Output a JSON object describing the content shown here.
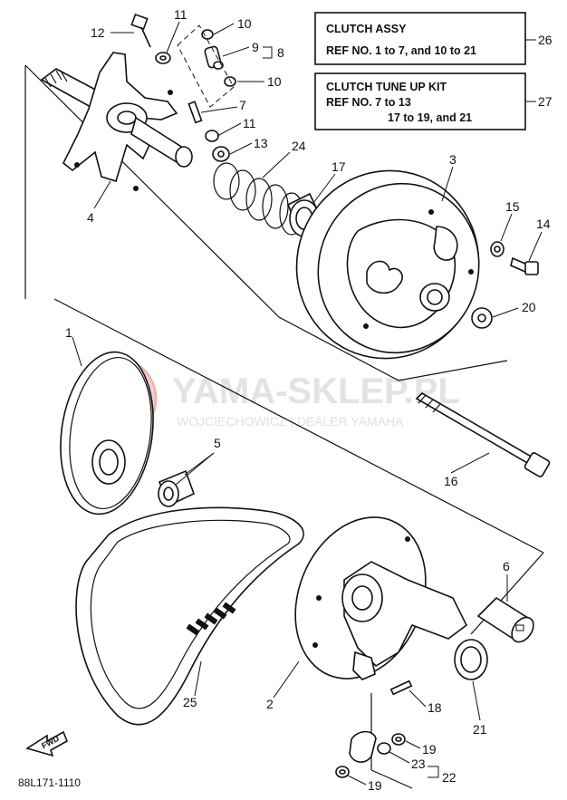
{
  "diagram_code": "88L171-1110",
  "boxes": {
    "clutch_assy": {
      "line1": "CLUTCH ASSY",
      "line2": "REF NO. 1 to 7, and 10 to 21",
      "ref": "26"
    },
    "tune_up_kit": {
      "line1": "CLUTCH TUNE UP KIT",
      "line2": "REF NO. 7 to 13",
      "line3": "17 to 19, and 21",
      "ref": "27"
    }
  },
  "callouts": {
    "c1": "1",
    "c2": "2",
    "c3": "3",
    "c4": "4",
    "c5": "5",
    "c6": "6",
    "c7": "7",
    "c8": "8",
    "c9": "9",
    "c10a": "10",
    "c10b": "10",
    "c11a": "11",
    "c11b": "11",
    "c12": "12",
    "c13": "13",
    "c14": "14",
    "c15": "15",
    "c16": "16",
    "c17": "17",
    "c18": "18",
    "c19a": "19",
    "c19b": "19",
    "c20": "20",
    "c21": "21",
    "c22": "22",
    "c23": "23",
    "c24": "24",
    "c25": "25"
  },
  "watermark": {
    "brand": "YAMA-SKLEP.PL",
    "dealer": "WOJCIECHOWICZ | DEALER YAMAHA"
  },
  "fwd_label": "FWD",
  "colors": {
    "ink": "#111111",
    "watermark_logo": "#f4c3c3",
    "watermark_text": "#e3e3e3"
  }
}
